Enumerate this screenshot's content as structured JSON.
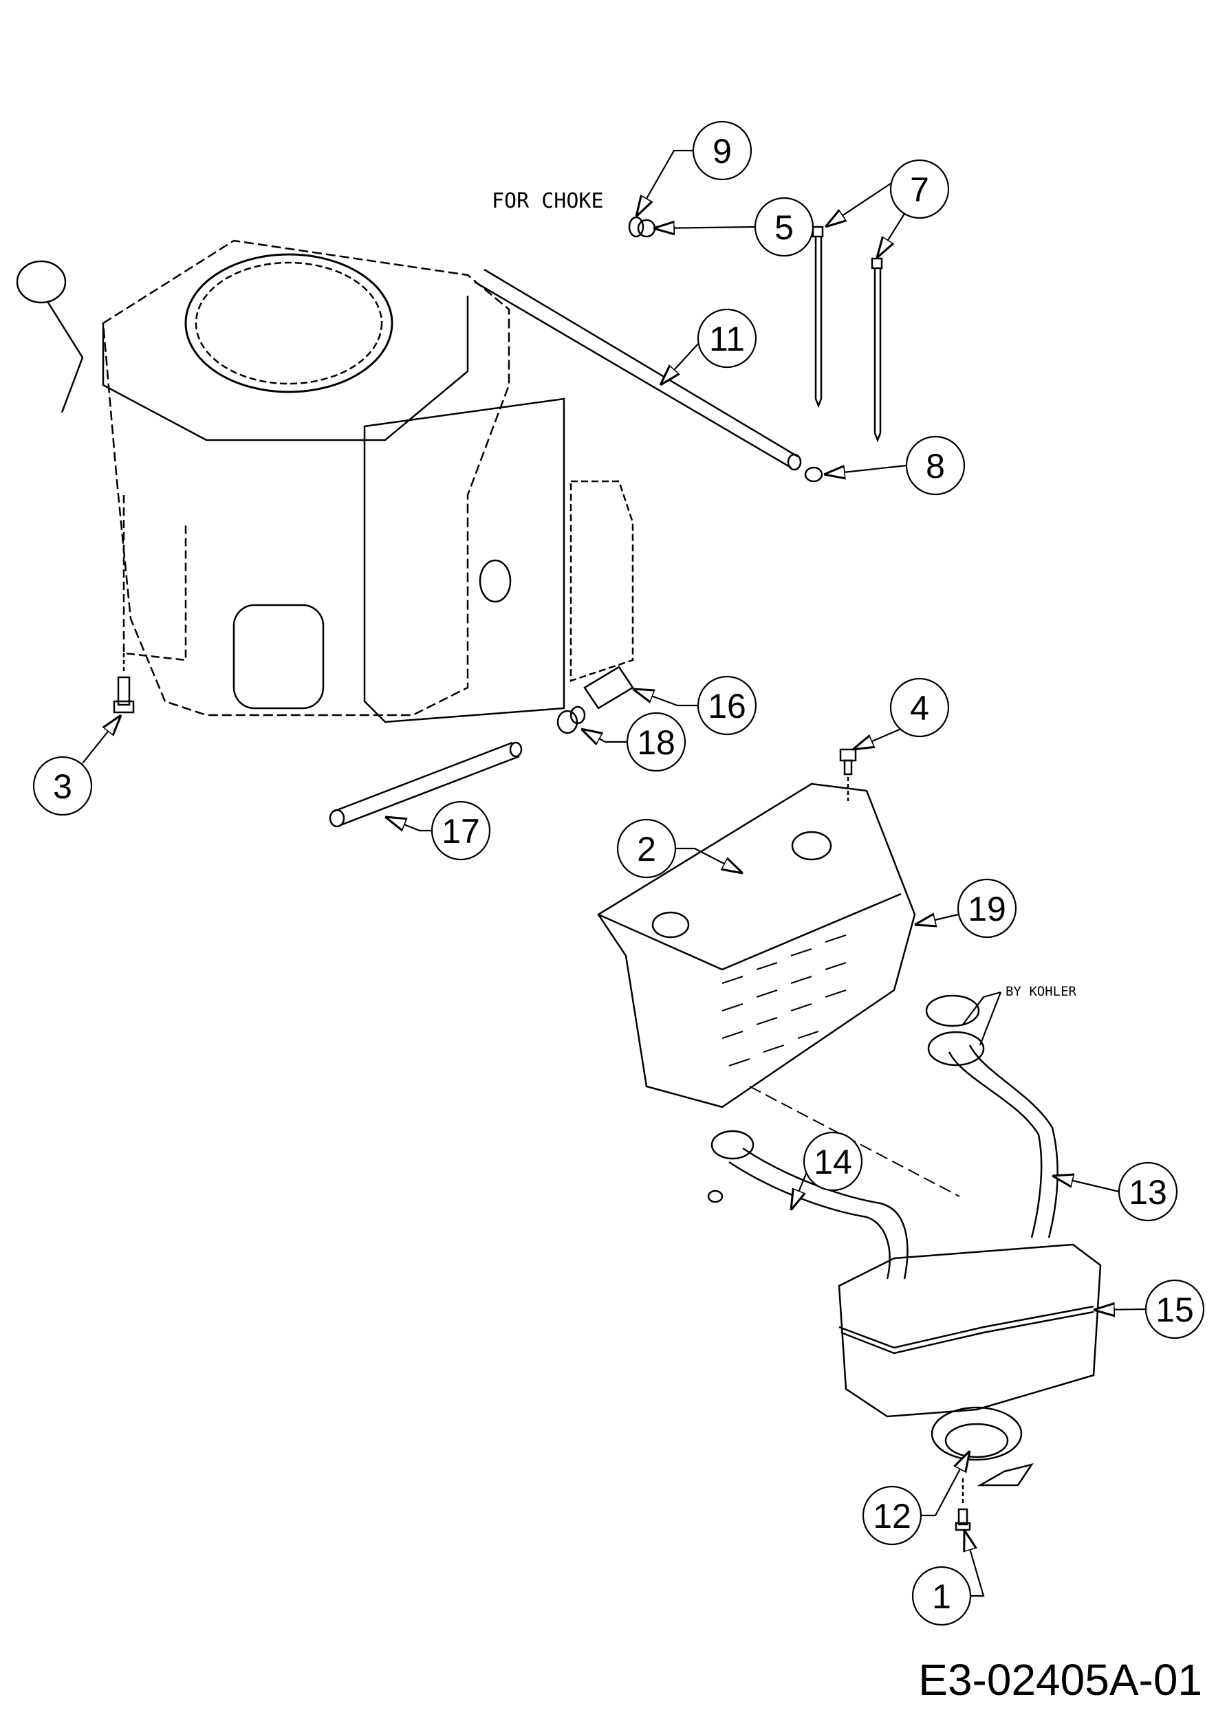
{
  "diagram": {
    "type": "exploded parts diagram",
    "document_id": "E3-02405A-01",
    "notes": [
      {
        "id": "for-choke",
        "text": "FOR CHOKE"
      },
      {
        "id": "by-kohler",
        "text": "BY KOHLER"
      }
    ],
    "callouts": [
      {
        "number": "1"
      },
      {
        "number": "2"
      },
      {
        "number": "3"
      },
      {
        "number": "4"
      },
      {
        "number": "5"
      },
      {
        "number": "7"
      },
      {
        "number": "8"
      },
      {
        "number": "9"
      },
      {
        "number": "11"
      },
      {
        "number": "12"
      },
      {
        "number": "13"
      },
      {
        "number": "14"
      },
      {
        "number": "15"
      },
      {
        "number": "16"
      },
      {
        "number": "17"
      },
      {
        "number": "18"
      },
      {
        "number": "19"
      }
    ]
  }
}
